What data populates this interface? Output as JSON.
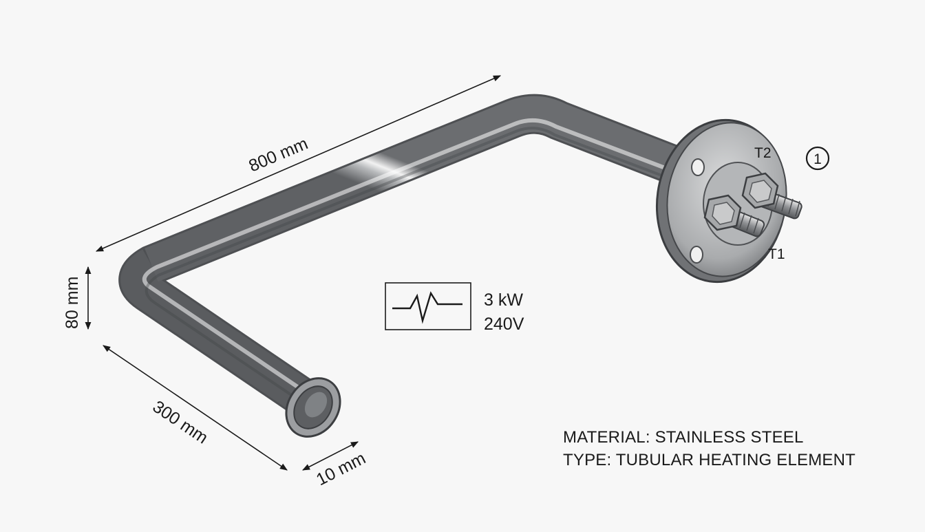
{
  "diagram": {
    "dimensions": {
      "length_top": "800 mm",
      "height_left": "80 mm",
      "length_bottom": "300 mm",
      "tube_diameter": "10 mm"
    },
    "terminals": {
      "t1": "T1",
      "t2": "T2",
      "callout": "1"
    },
    "rating": {
      "power": "3 kW",
      "voltage": "240V"
    },
    "specs": {
      "material": "MATERIAL: STAINLESS STEEL",
      "type": "TYPE: TUBULAR HEATING ELEMENT"
    }
  },
  "colors": {
    "steel_dark": "#6e7073",
    "steel_light": "#f4f4f4",
    "line": "#1a1a1a"
  }
}
